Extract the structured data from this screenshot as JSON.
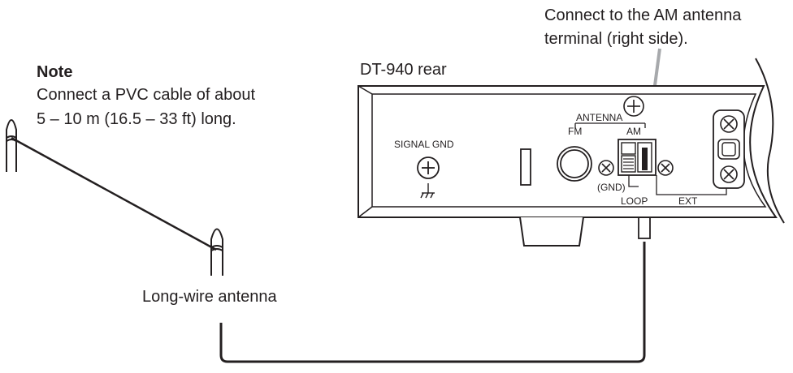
{
  "note": {
    "title": "Note",
    "line1": "Connect a PVC cable of about",
    "line2": "5 – 10 m (16.5 – 33 ft) long."
  },
  "callout": {
    "line1": "Connect to the AM antenna",
    "line2": "terminal (right side)."
  },
  "device_label": "DT-940  rear",
  "antenna_label": "Long-wire antenna",
  "panel": {
    "signal_gnd": "SIGNAL GND",
    "antenna": "ANTENNA",
    "fm": "FM",
    "am": "AM",
    "gnd": "(GND)",
    "loop": "LOOP",
    "ext": "EXT"
  }
}
